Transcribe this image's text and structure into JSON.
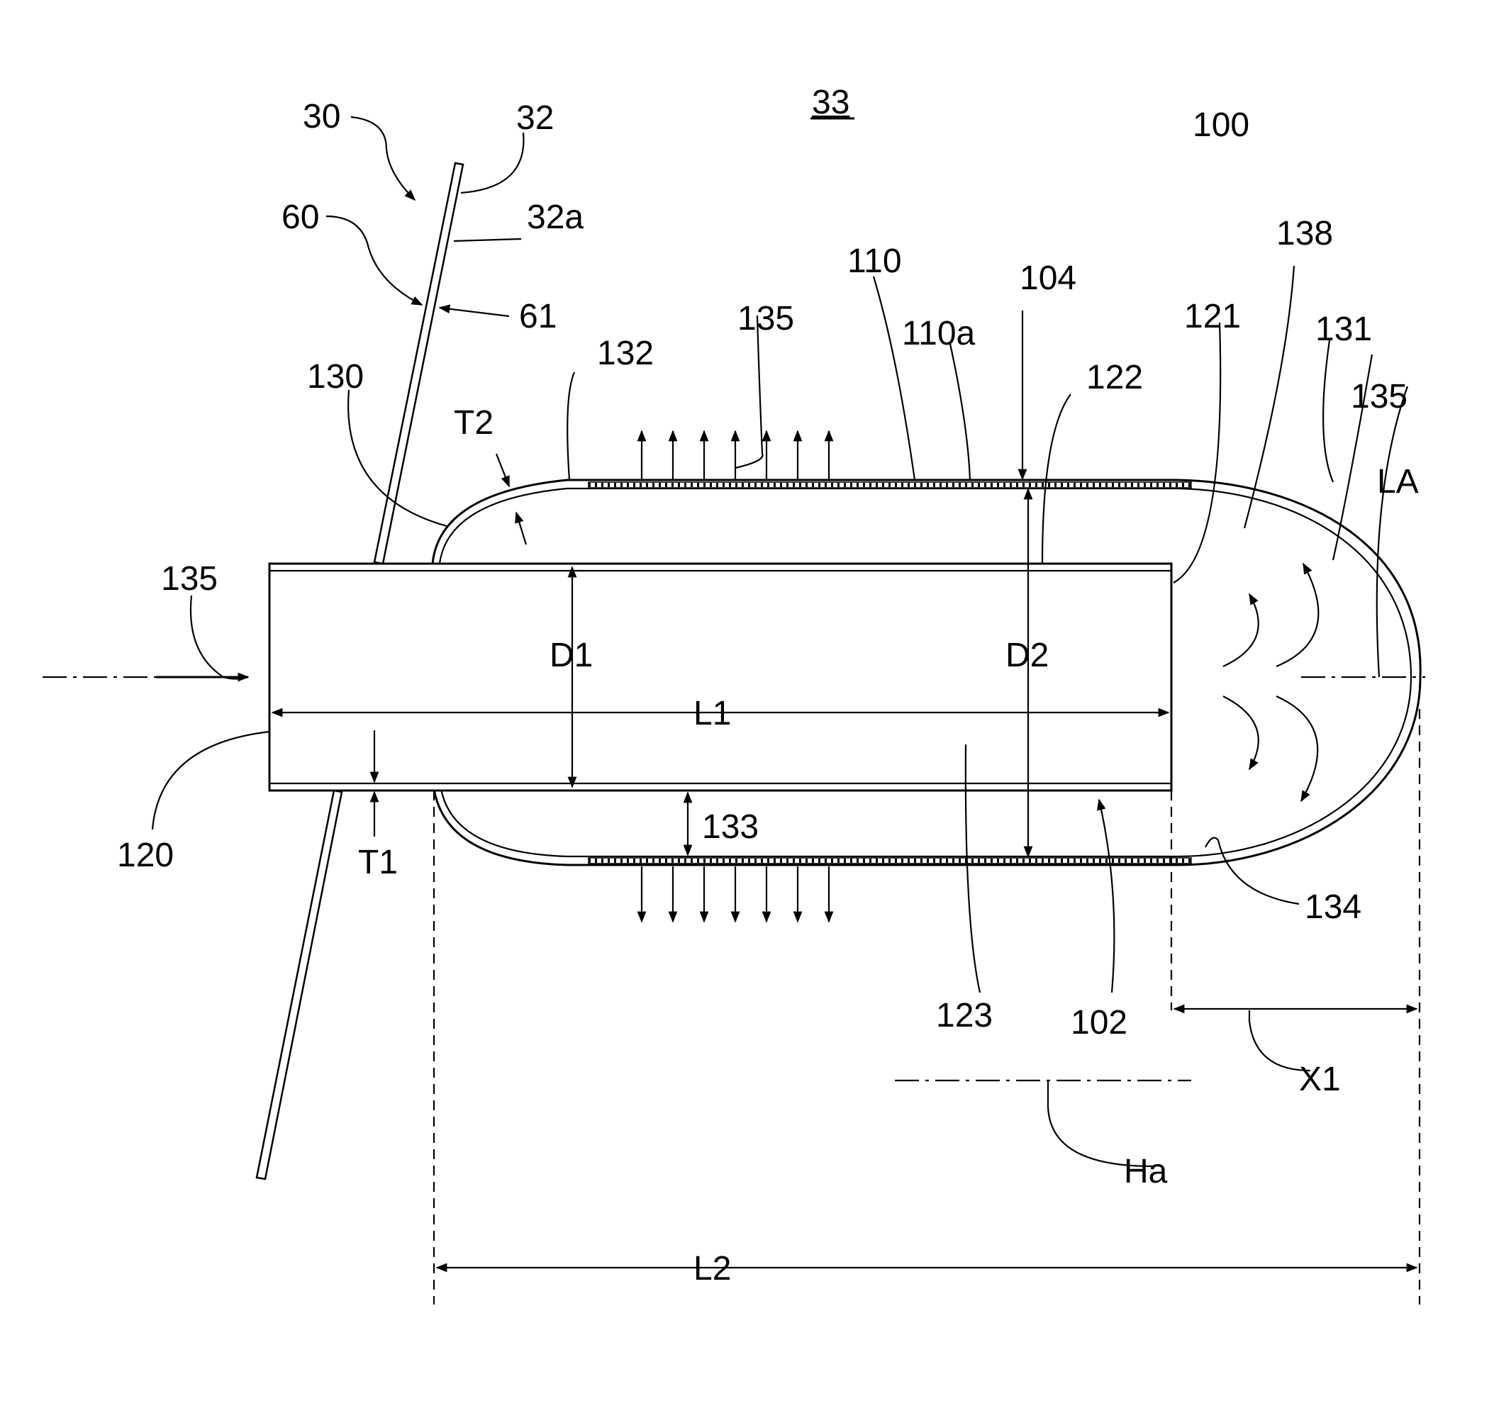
{
  "figure": {
    "labels": {
      "l30": "30",
      "l32": "32",
      "l32a": "32a",
      "l33": "33",
      "l100": "100",
      "l60": "60",
      "l61": "61",
      "l110": "110",
      "l104": "104",
      "l135top": "135",
      "l110a": "110a",
      "l121": "121",
      "l138": "138",
      "l131": "131",
      "l132": "132",
      "l130": "130",
      "l122": "122",
      "l135right": "135",
      "lLA": "LA",
      "lT2": "T2",
      "l135left": "135",
      "lD1": "D1",
      "lD2": "D2",
      "lL1": "L1",
      "l120": "120",
      "l133": "133",
      "lT1": "T1",
      "l134": "134",
      "l123": "123",
      "l102": "102",
      "lX1": "X1",
      "lHa": "Ha",
      "lL2": "L2"
    }
  }
}
